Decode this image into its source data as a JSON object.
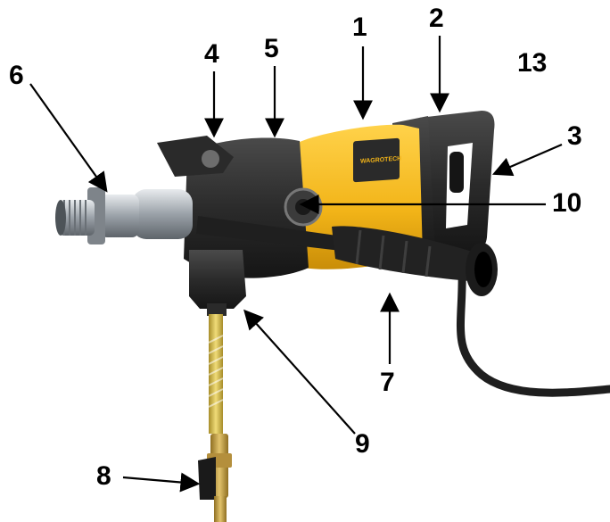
{
  "diagram": {
    "subject": "diamond core drill",
    "brand_label": "WAGROTECH",
    "colors": {
      "housing": "#f2b418",
      "housing_dark": "#c98d08",
      "body": "#2b2b2b",
      "metal": "#b9bec4",
      "hose": "#d9c25a",
      "brass": "#c9a44a",
      "ink": "#000000"
    },
    "callouts": [
      {
        "id": "1",
        "label": "1"
      },
      {
        "id": "2",
        "label": "2"
      },
      {
        "id": "3",
        "label": "3"
      },
      {
        "id": "4",
        "label": "4"
      },
      {
        "id": "5",
        "label": "5"
      },
      {
        "id": "6",
        "label": "6"
      },
      {
        "id": "7",
        "label": "7"
      },
      {
        "id": "8",
        "label": "8"
      },
      {
        "id": "9",
        "label": "9"
      },
      {
        "id": "10",
        "label": "10"
      },
      {
        "id": "13",
        "label": "13"
      }
    ]
  }
}
